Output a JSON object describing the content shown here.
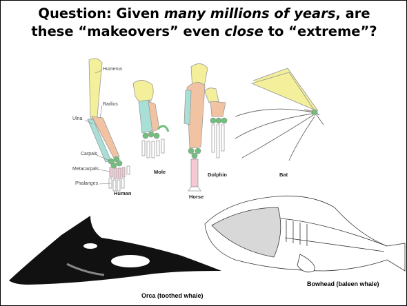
{
  "title": {
    "p1": "Question:  Given ",
    "p2": "many millions of years",
    "p3": ", are",
    "p4": "these “makeovers” even ",
    "p5": "close",
    "p6": " to “extreme”?"
  },
  "bone_labels": {
    "humerus": "Humerus",
    "radius": "Radius",
    "ulna": "Ulna",
    "carpals": "Carpals",
    "metacarpals": "Metacarpals",
    "phalanges": "Phalanges"
  },
  "species_labels": {
    "human": "Human",
    "mole": "Mole",
    "horse": "Horse",
    "dolphin": "Dolphin",
    "bat": "Bat"
  },
  "whale_labels": {
    "orca": "Orca (toothed whale)",
    "bowhead": "Bowhead (baleen whale)"
  },
  "colors": {
    "humerus": "#f3ef9a",
    "radius": "#f2c3a3",
    "ulna": "#a8dfd6",
    "carpals": "#6ec07a",
    "metacarpals": "#f5c9d3",
    "orca_black": "#111111"
  }
}
